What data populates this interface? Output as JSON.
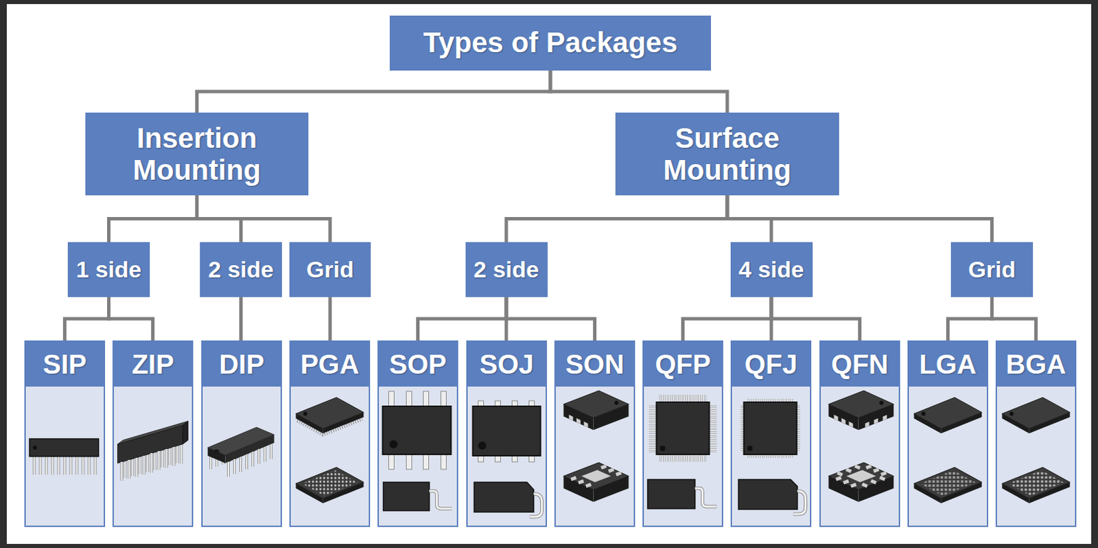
{
  "diagram": {
    "nodes": [
      {
        "text": [
          "Types of Packages"
        ]
      },
      {
        "text": [
          "Insertion Mounting"
        ]
      },
      {
        "text": [
          "Surface Mounting"
        ]
      },
      {
        "text": [
          "1 side"
        ]
      },
      {
        "text": [
          "2 side"
        ]
      },
      {
        "text": [
          "Grid"
        ]
      },
      {
        "text": [
          "2 side"
        ]
      },
      {
        "text": [
          "4 side"
        ]
      },
      {
        "text": [
          "Grid"
        ]
      },
      {
        "text": [
          "SIP"
        ]
      },
      {
        "text": [
          "ZIP"
        ]
      },
      {
        "text": [
          "DIP"
        ]
      },
      {
        "text": [
          "PGA"
        ]
      },
      {
        "text": [
          "SOP"
        ]
      },
      {
        "text": [
          "SOJ"
        ]
      },
      {
        "text": [
          "SON"
        ]
      },
      {
        "text": [
          "QFP"
        ]
      },
      {
        "text": [
          "QFJ"
        ]
      },
      {
        "text": [
          "QFN"
        ]
      },
      {
        "text": [
          "LGA"
        ]
      },
      {
        "text": [
          "BGA"
        ]
      }
    ],
    "edges": [
      {
        "from": 0,
        "to": 1,
        "arrow": "none"
      },
      {
        "from": 0,
        "to": 2,
        "arrow": "none"
      },
      {
        "from": 1,
        "to": 3,
        "arrow": "none"
      },
      {
        "from": 1,
        "to": 4,
        "arrow": "none"
      },
      {
        "from": 1,
        "to": 5,
        "arrow": "none"
      },
      {
        "from": 2,
        "to": 6,
        "arrow": "none"
      },
      {
        "from": 2,
        "to": 7,
        "arrow": "none"
      },
      {
        "from": 2,
        "to": 8,
        "arrow": "none"
      },
      {
        "from": 3,
        "to": 9,
        "arrow": "none"
      },
      {
        "from": 3,
        "to": 10,
        "arrow": "none"
      },
      {
        "from": 4,
        "to": 11,
        "arrow": "none"
      },
      {
        "from": 5,
        "to": 12,
        "arrow": "none"
      },
      {
        "from": 6,
        "to": 13,
        "arrow": "none"
      },
      {
        "from": 6,
        "to": 14,
        "arrow": "none"
      },
      {
        "from": 6,
        "to": 15,
        "arrow": "none"
      },
      {
        "from": 7,
        "to": 16,
        "arrow": "none"
      },
      {
        "from": 7,
        "to": 17,
        "arrow": "none"
      },
      {
        "from": 7,
        "to": 18,
        "arrow": "none"
      },
      {
        "from": 8,
        "to": 19,
        "arrow": "none"
      },
      {
        "from": 8,
        "to": 20,
        "arrow": "none"
      }
    ]
  }
}
